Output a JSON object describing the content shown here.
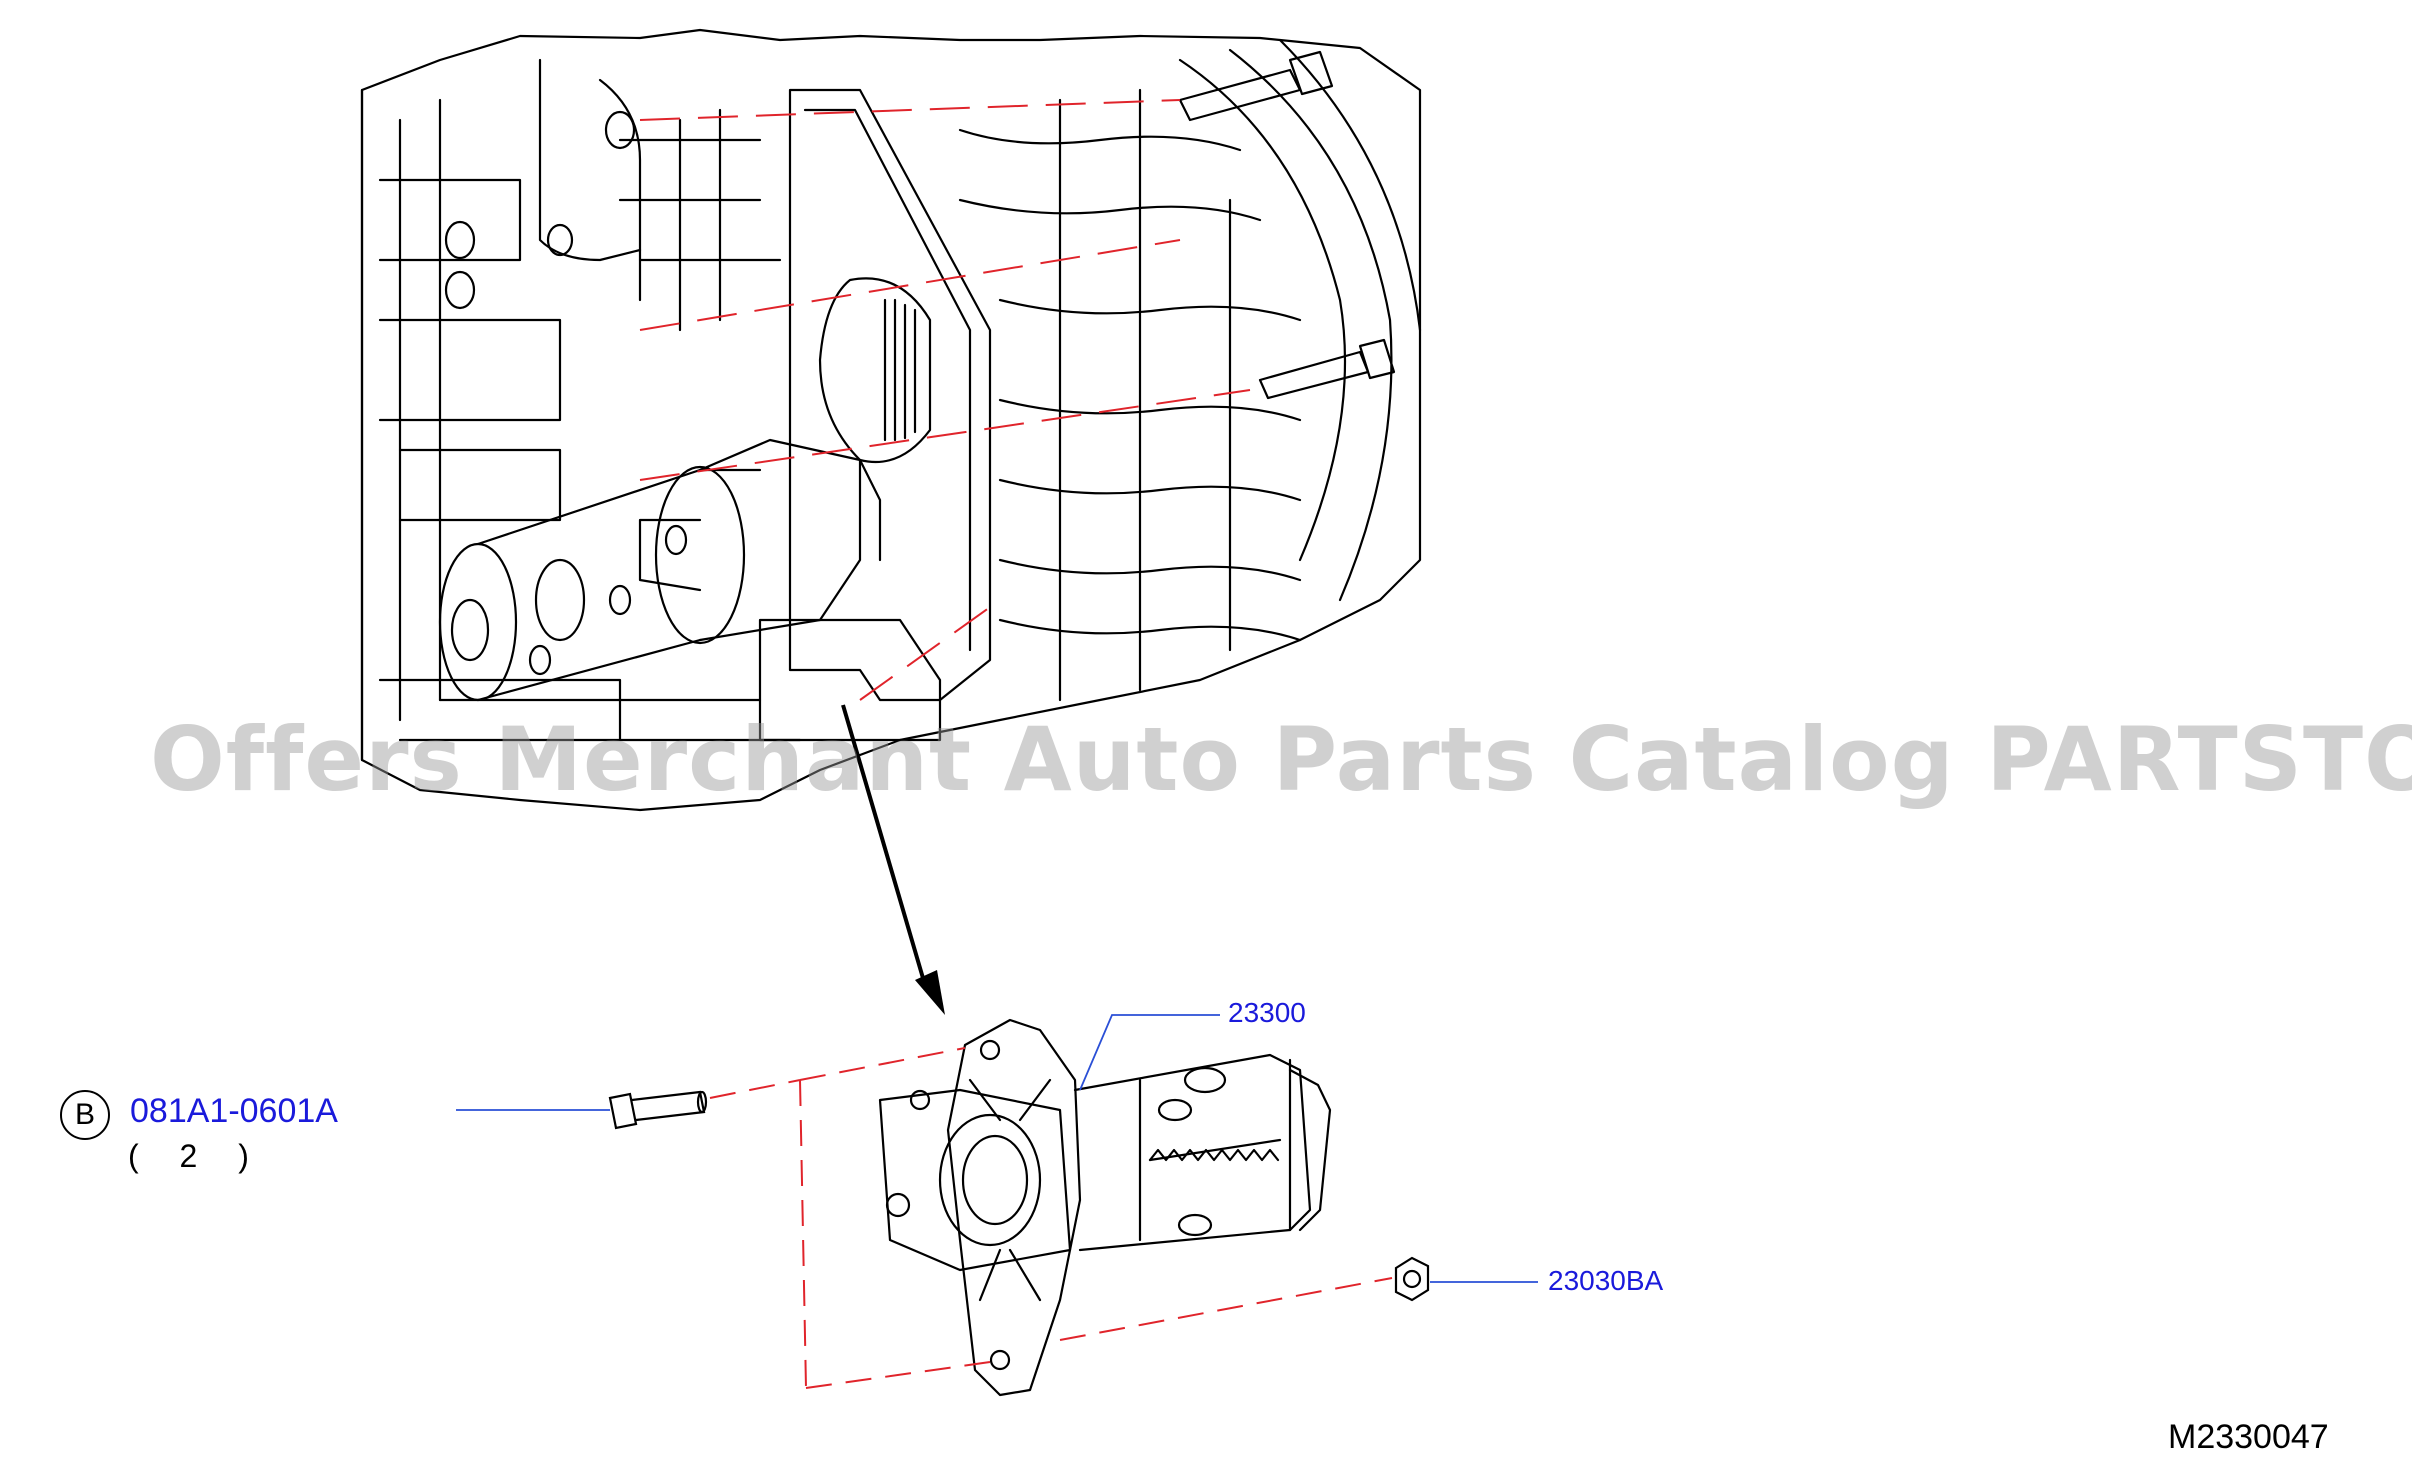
{
  "diagram": {
    "parts": [
      {
        "part_number": "23300"
      },
      {
        "part_number": "23030BA"
      },
      {
        "part_number": "081A1-0601A",
        "symbol": "B",
        "quantity": "( 2 )"
      }
    ],
    "diagram_code": "M2330047"
  },
  "watermark": "Offers Merchant Auto Parts Catalog PARTSTORE.SA",
  "colors": {
    "line": "#000000",
    "callout_text": "#1a1adb",
    "leader_line": "#2a4fd6",
    "phantom_line": "#e0242b",
    "watermark": "#969696"
  }
}
